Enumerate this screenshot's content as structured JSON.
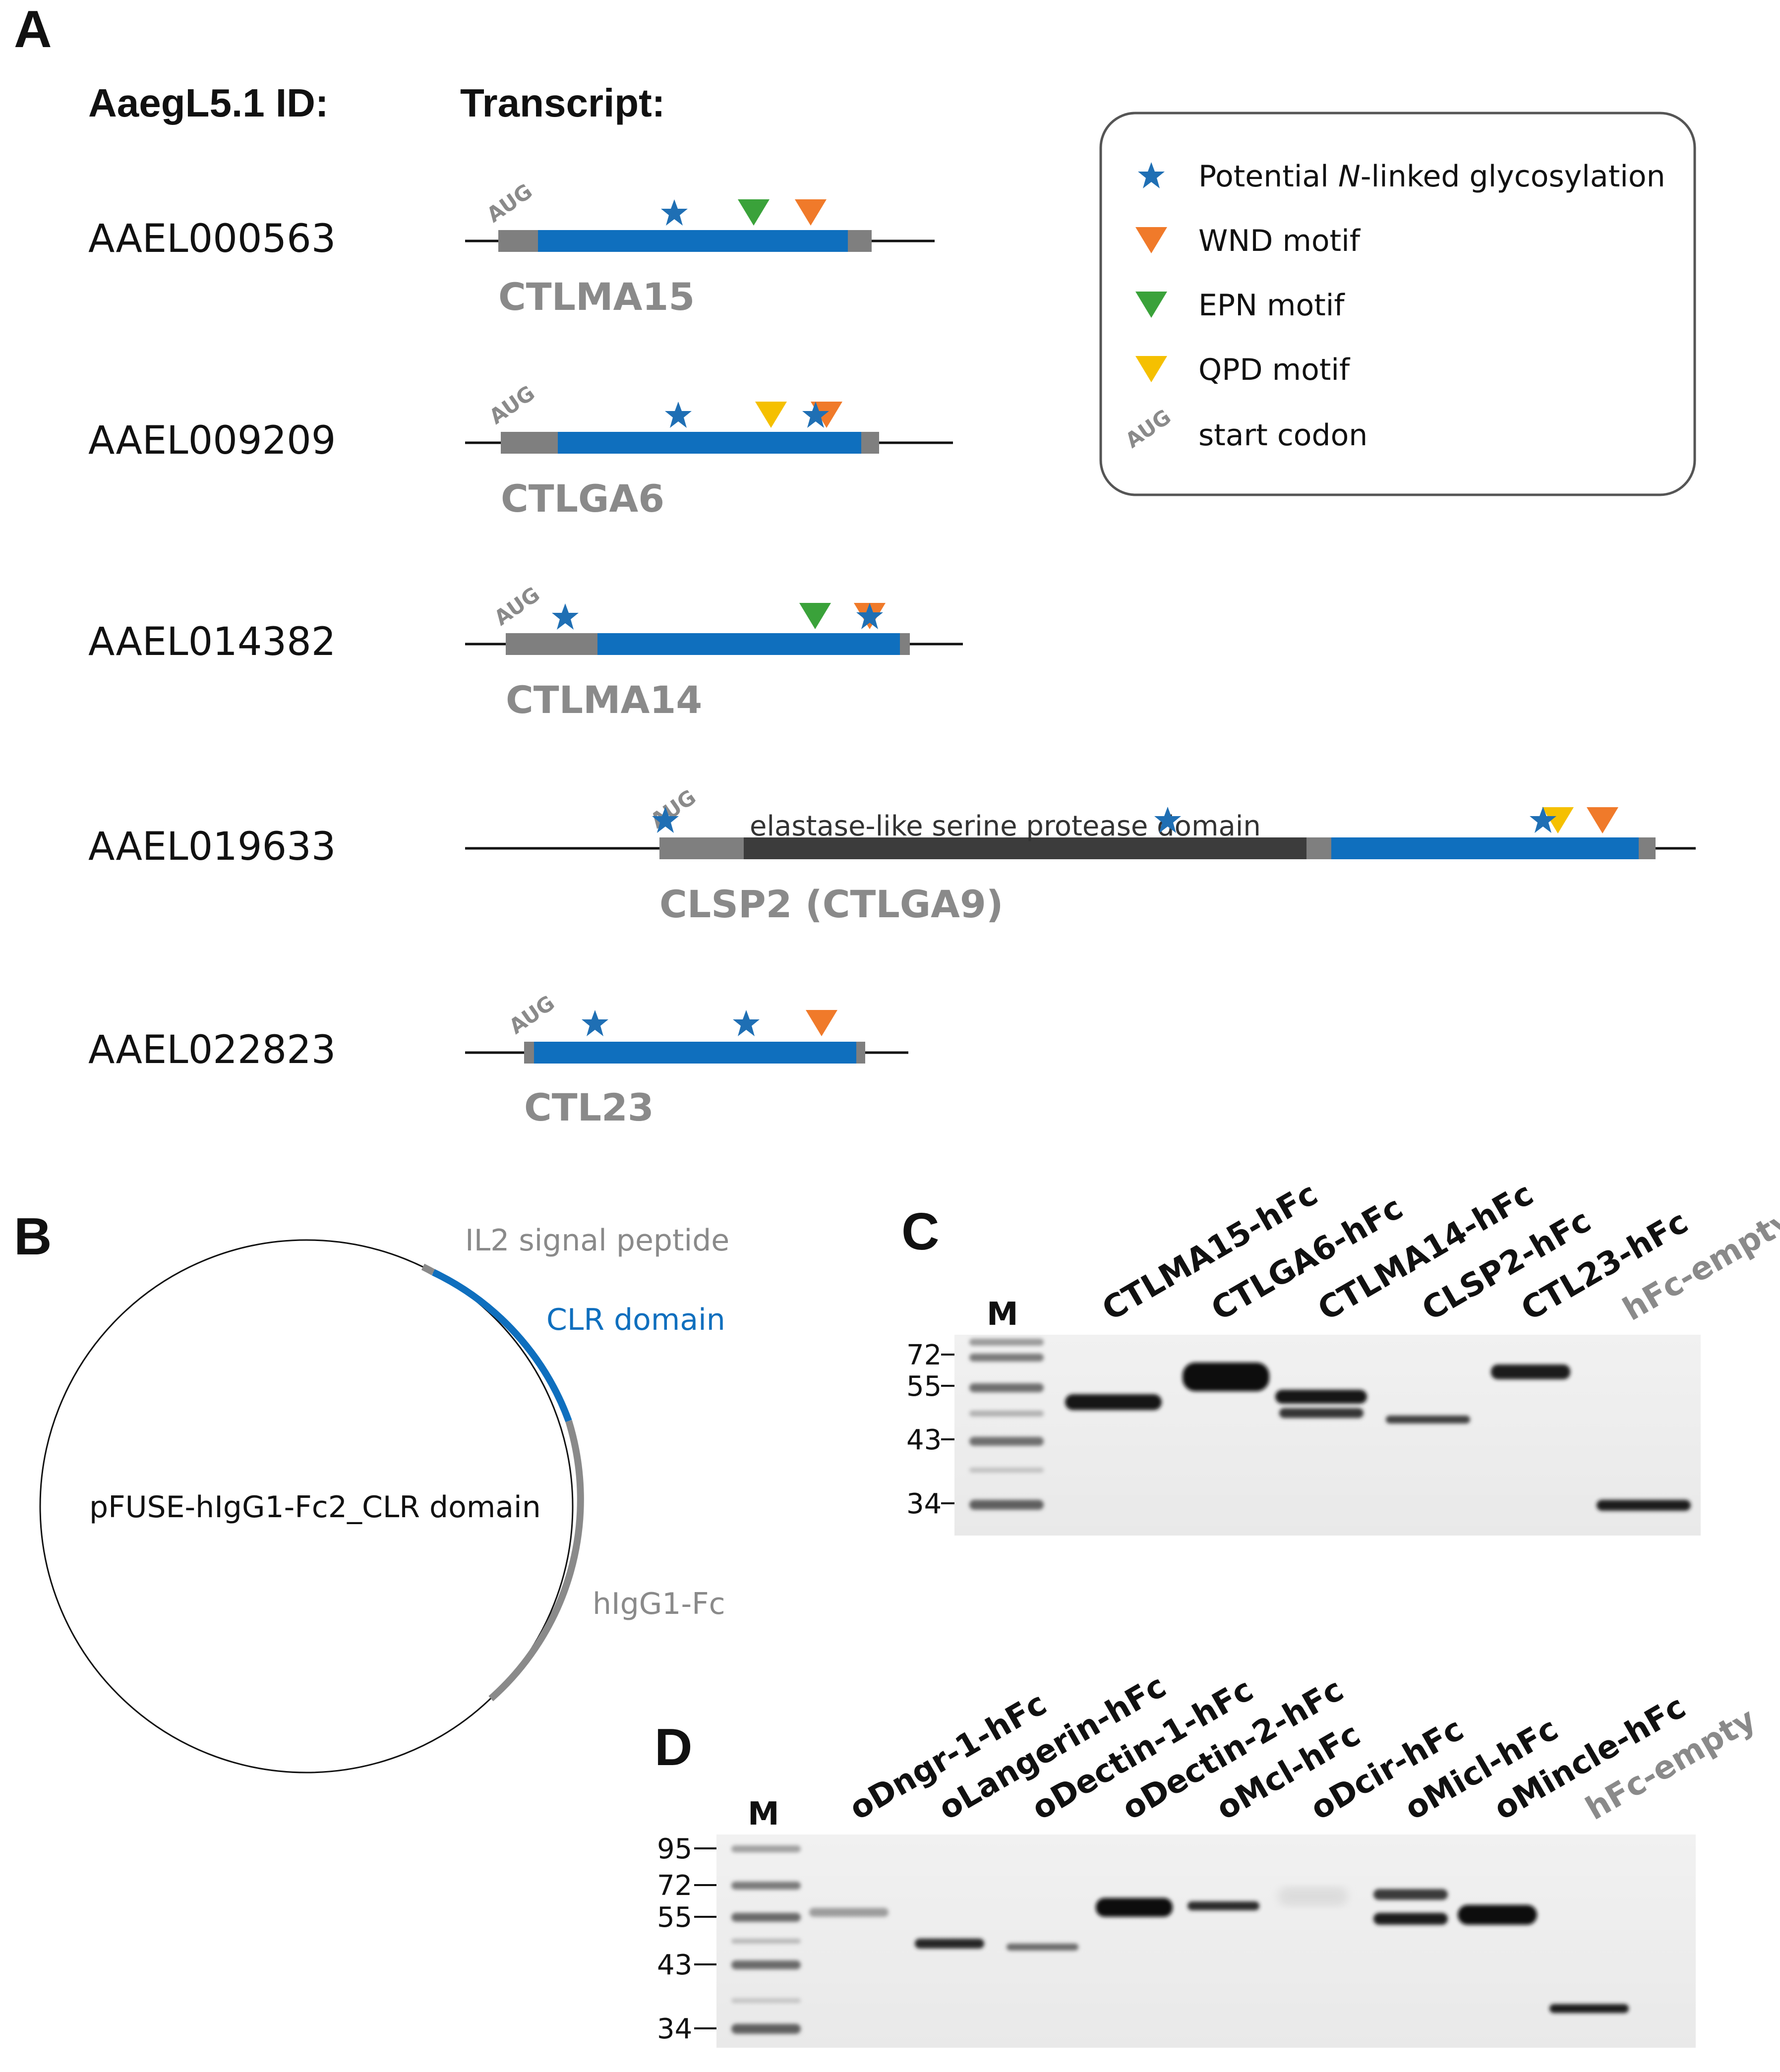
{
  "panel_letters": {
    "a": "A",
    "b": "B",
    "c": "C",
    "d": "D"
  },
  "panel_a": {
    "header_id": "AaegL5.1 ID:",
    "header_transcript": "Transcript:",
    "start_codon_label": "AUG",
    "transcripts": [
      {
        "gene_id": "AAEL000563",
        "protein": "CTLMA15"
      },
      {
        "gene_id": "AAEL009209",
        "protein": "CTLGA6"
      },
      {
        "gene_id": "AAEL014382",
        "protein": "CTLMA14"
      },
      {
        "gene_id": "AAEL019633",
        "protein": "CLSP2 (CTLGA9)",
        "domain_label": "elastase-like serine protease domain"
      },
      {
        "gene_id": "AAEL022823",
        "protein": "CTL23"
      }
    ],
    "legend": [
      {
        "symbol": "star",
        "label_pre": "Potential ",
        "label_em": "N",
        "label_post": "-linked glycosylation",
        "color": "#1f6fb4"
      },
      {
        "symbol": "triangle",
        "label": "WND motif",
        "color": "#f07a2a"
      },
      {
        "symbol": "triangle",
        "label": "EPN motif",
        "color": "#3aa23a"
      },
      {
        "symbol": "triangle",
        "label": "QPD motif",
        "color": "#f5c000"
      },
      {
        "symbol": "aug",
        "label": "start codon",
        "color": "#8a8a8a"
      }
    ],
    "colors": {
      "clr": "#0f6fbe",
      "utr": "#7f7f7f",
      "protease": "#3c3c3c"
    }
  },
  "panel_b": {
    "plasmid_name": "pFUSE-hIgG1-Fc2_CLR domain",
    "features": [
      {
        "label": "IL2 signal peptide",
        "color": "#8a8a8a"
      },
      {
        "label": "CLR domain",
        "color": "#0f6fbe"
      },
      {
        "label": "hIgG1-Fc",
        "color": "#8a8a8a"
      }
    ]
  },
  "panel_c": {
    "marker_label": "M",
    "mw_markers": [
      "72",
      "55",
      "43",
      "34"
    ],
    "lanes": [
      "CTLMA15-hFc",
      "CTLGA6-hFc",
      "CTLMA14-hFc",
      "CLSP2-hFc",
      "CTL23-hFc",
      "hFc-empty"
    ]
  },
  "panel_d": {
    "marker_label": "M",
    "mw_markers": [
      "95",
      "72",
      "55",
      "43",
      "34"
    ],
    "lanes": [
      "oDngr-1-hFc",
      "oLangerin-hFc",
      "oDectin-1-hFc",
      "oDectin-2-hFc",
      "oMcl-hFc",
      "oDcir-hFc",
      "oMicl-hFc",
      "oMincle-hFc",
      "hFc-empty"
    ]
  }
}
